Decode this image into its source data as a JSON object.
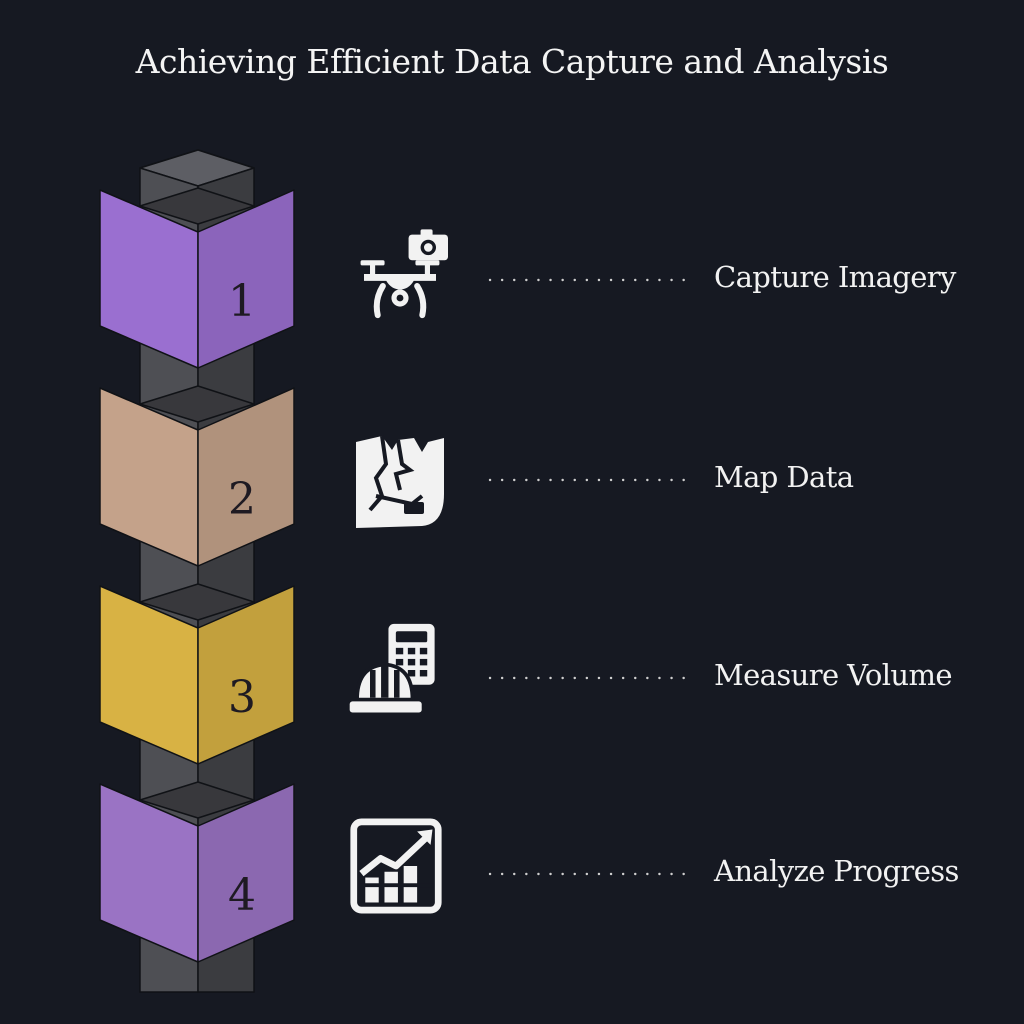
{
  "title": "Achieving Efficient Data Capture and Analysis",
  "steps": [
    {
      "number": "1",
      "label": "Capture Imagery",
      "icon": "drone-camera-icon",
      "color": "#9a6fd0"
    },
    {
      "number": "2",
      "label": "Map Data",
      "icon": "map-icon",
      "color": "#c4a28a"
    },
    {
      "number": "3",
      "label": "Measure Volume",
      "icon": "hardhat-calculator-icon",
      "color": "#d8b244"
    },
    {
      "number": "4",
      "label": "Analyze Progress",
      "icon": "growth-chart-icon",
      "color": "#9a73c4"
    }
  ],
  "colors": {
    "background": "#161922",
    "pillar": "#4a4b50",
    "text": "#f2f2f2"
  }
}
